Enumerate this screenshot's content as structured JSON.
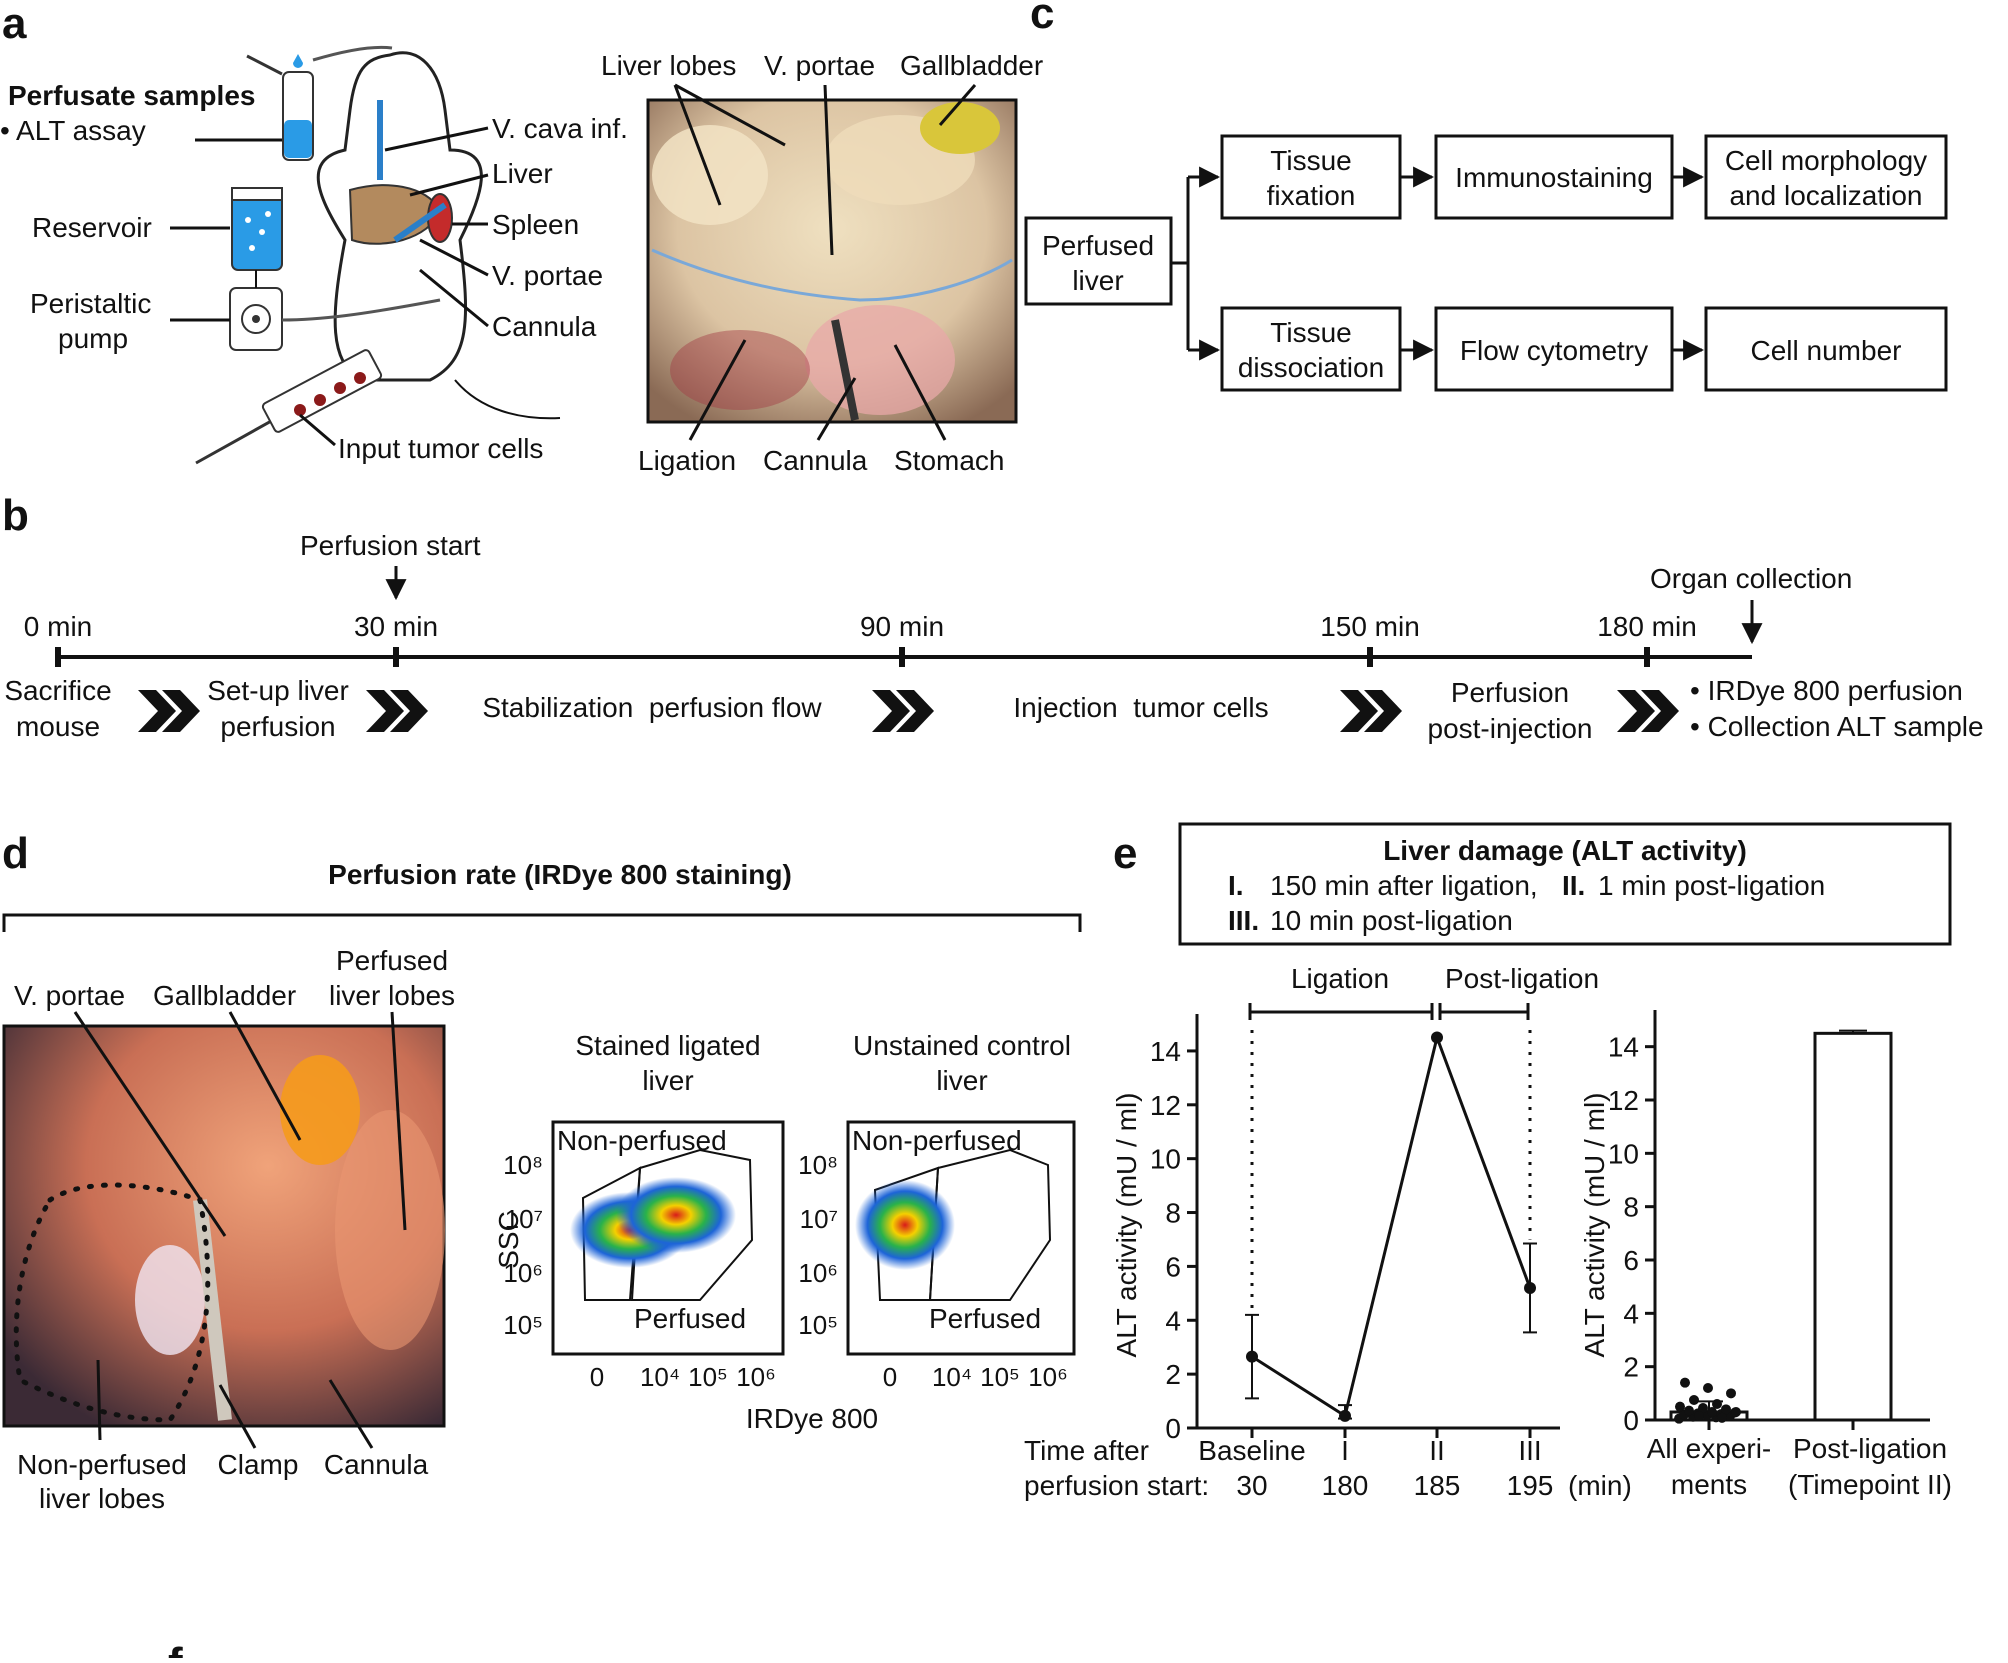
{
  "panels": {
    "a": "a",
    "b": "b",
    "c": "c",
    "d": "d",
    "e": "e",
    "f": "f"
  },
  "panel_a": {
    "perfusate_title": "Perfusate samples",
    "perfusate_item": "• ALT assay",
    "reservoir": "Reservoir",
    "pump_line1": "Peristaltic",
    "pump_line2": "pump",
    "input_cells": "Input tumor cells",
    "vcava": "V. cava inf.",
    "liver": "Liver",
    "spleen": "Spleen",
    "vportae": "V. portae",
    "cannula": "Cannula",
    "photo_labels": {
      "liver_lobes": "Liver lobes",
      "vportae": "V. portae",
      "gallbladder": "Gallbladder",
      "ligation": "Ligation",
      "cannula": "Cannula",
      "stomach": "Stomach"
    }
  },
  "panel_c": {
    "perfused_liver_1": "Perfused",
    "perfused_liver_2": "liver",
    "tissue_fixation_1": "Tissue",
    "tissue_fixation_2": "fixation",
    "immunostaining": "Immunostaining",
    "cell_morph_1": "Cell morphology",
    "cell_morph_2": "and localization",
    "tissue_dissoc_1": "Tissue",
    "tissue_dissoc_2": "dissociation",
    "flow_cytometry": "Flow cytometry",
    "cell_number": "Cell number"
  },
  "panel_b": {
    "perfusion_start": "Perfusion start",
    "organ_collection": "Organ collection",
    "ticks": [
      "0 min",
      "30 min",
      "90 min",
      "150 min",
      "180 min"
    ],
    "steps": {
      "sacrifice_1": "Sacrifice",
      "sacrifice_2": "mouse",
      "setup_1": "Set-up liver",
      "setup_2": "perfusion",
      "stabilization": "Stabilization  perfusion flow",
      "injection": "Injection  tumor cells",
      "perfusion_post_1": "Perfusion",
      "perfusion_post_2": "post-injection",
      "final_1": "• IRDye 800 perfusion",
      "final_2": "• Collection ALT sample"
    }
  },
  "panel_d": {
    "title": "Perfusion rate (IRDye 800 staining)",
    "photo_labels": {
      "vportae": "V. portae",
      "gallbladder": "Gallbladder",
      "perfused_1": "Perfused",
      "perfused_2": "liver lobes",
      "nonperfused_1": "Non-perfused",
      "nonperfused_2": "liver lobes",
      "clamp": "Clamp",
      "cannula": "Cannula"
    },
    "flow": {
      "left_title_1": "Stained ligated",
      "left_title_2": "liver",
      "right_title_1": "Unstained control",
      "right_title_2": "liver",
      "gate_nonperfused": "Non-perfused",
      "gate_perfused": "Perfused",
      "ylabel": "SSC",
      "xlabel": "IRDye 800",
      "yticks": [
        "10⁸",
        "10⁷",
        "10⁶",
        "10⁵"
      ],
      "xticks": [
        "0",
        "10⁴",
        "10⁵",
        "10⁶"
      ]
    }
  },
  "panel_e": {
    "legend_title": "Liver damage (ALT activity)",
    "legend_I_num": "I.",
    "legend_I_text": "150 min after ligation,",
    "legend_II_num": "II.",
    "legend_II_text": "1 min post-ligation",
    "legend_III_num": "III.",
    "legend_III_text": "10 min post-ligation",
    "ligation": "Ligation",
    "post_ligation": "Post-ligation",
    "time_label_1": "Time after",
    "time_label_2": "perfusion start:",
    "unit_min": "(min)",
    "bar_cats_1": [
      "All experi-",
      "Post-ligation"
    ],
    "bar_cats_2": [
      "ments",
      "(Timepoint II)"
    ]
  },
  "chart_data": [
    {
      "type": "line",
      "x": [
        "Baseline",
        "I",
        "II",
        "III"
      ],
      "x_time": [
        "30",
        "180",
        "185",
        "195"
      ],
      "values": [
        2.65,
        0.45,
        14.5,
        5.2
      ],
      "err_low": [
        1.1,
        0.35,
        14.5,
        3.55
      ],
      "err_high": [
        4.2,
        0.85,
        14.5,
        6.85
      ],
      "ylabel": "ALT activity (mU / ml)",
      "ylim": [
        0,
        15
      ],
      "yticks": [
        0,
        2,
        4,
        6,
        8,
        10,
        12,
        14
      ]
    },
    {
      "type": "bar",
      "categories": [
        "All experi- ments",
        "Post-ligation (Timepoint II)"
      ],
      "values": [
        0.3,
        14.5
      ],
      "err_high": [
        0.7,
        14.6
      ],
      "points": [
        0.05,
        0.1,
        0.12,
        0.15,
        0.18,
        0.2,
        0.22,
        0.25,
        0.28,
        0.3,
        0.35,
        0.4,
        0.45,
        0.5,
        0.6,
        0.75,
        1.0,
        1.2,
        1.4,
        0.08,
        0.15,
        0.3
      ],
      "ylabel": "ALT activity (mU / ml)",
      "ylim": [
        0,
        15
      ],
      "yticks": [
        0,
        2,
        4,
        6,
        8,
        10,
        12,
        14
      ]
    }
  ]
}
